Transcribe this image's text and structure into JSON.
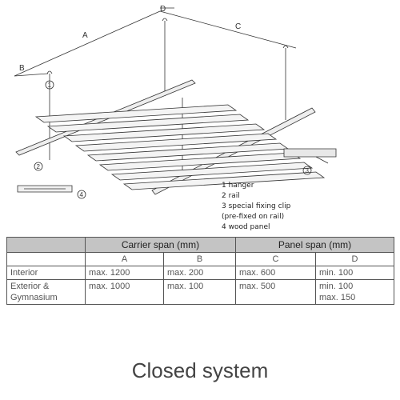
{
  "dimension_labels": {
    "a": "A",
    "b": "B",
    "c": "C",
    "d": "D"
  },
  "callouts": {
    "c1": "1",
    "c2": "2",
    "c3": "3",
    "c4": "4"
  },
  "legend": [
    "1 hanger",
    "2 rail",
    "3 special fixing clip",
    "(pre-fixed on rail)",
    "4 wood panel"
  ],
  "table": {
    "groups": [
      "Carrier span (mm)",
      "Panel span (mm)"
    ],
    "subheaders": [
      "A",
      "B",
      "C",
      "D"
    ],
    "rows": [
      {
        "label": "Interior",
        "values": [
          "max. 1200",
          "max. 200",
          "max. 600",
          "min. 100"
        ]
      },
      {
        "label_line1": "Exterior &",
        "label_line2": "Gymnasium",
        "values": [
          "max. 1000",
          "max. 100",
          "max. 500",
          "min. 100"
        ],
        "extra_d": "max. 150"
      }
    ]
  },
  "caption": "Closed system"
}
